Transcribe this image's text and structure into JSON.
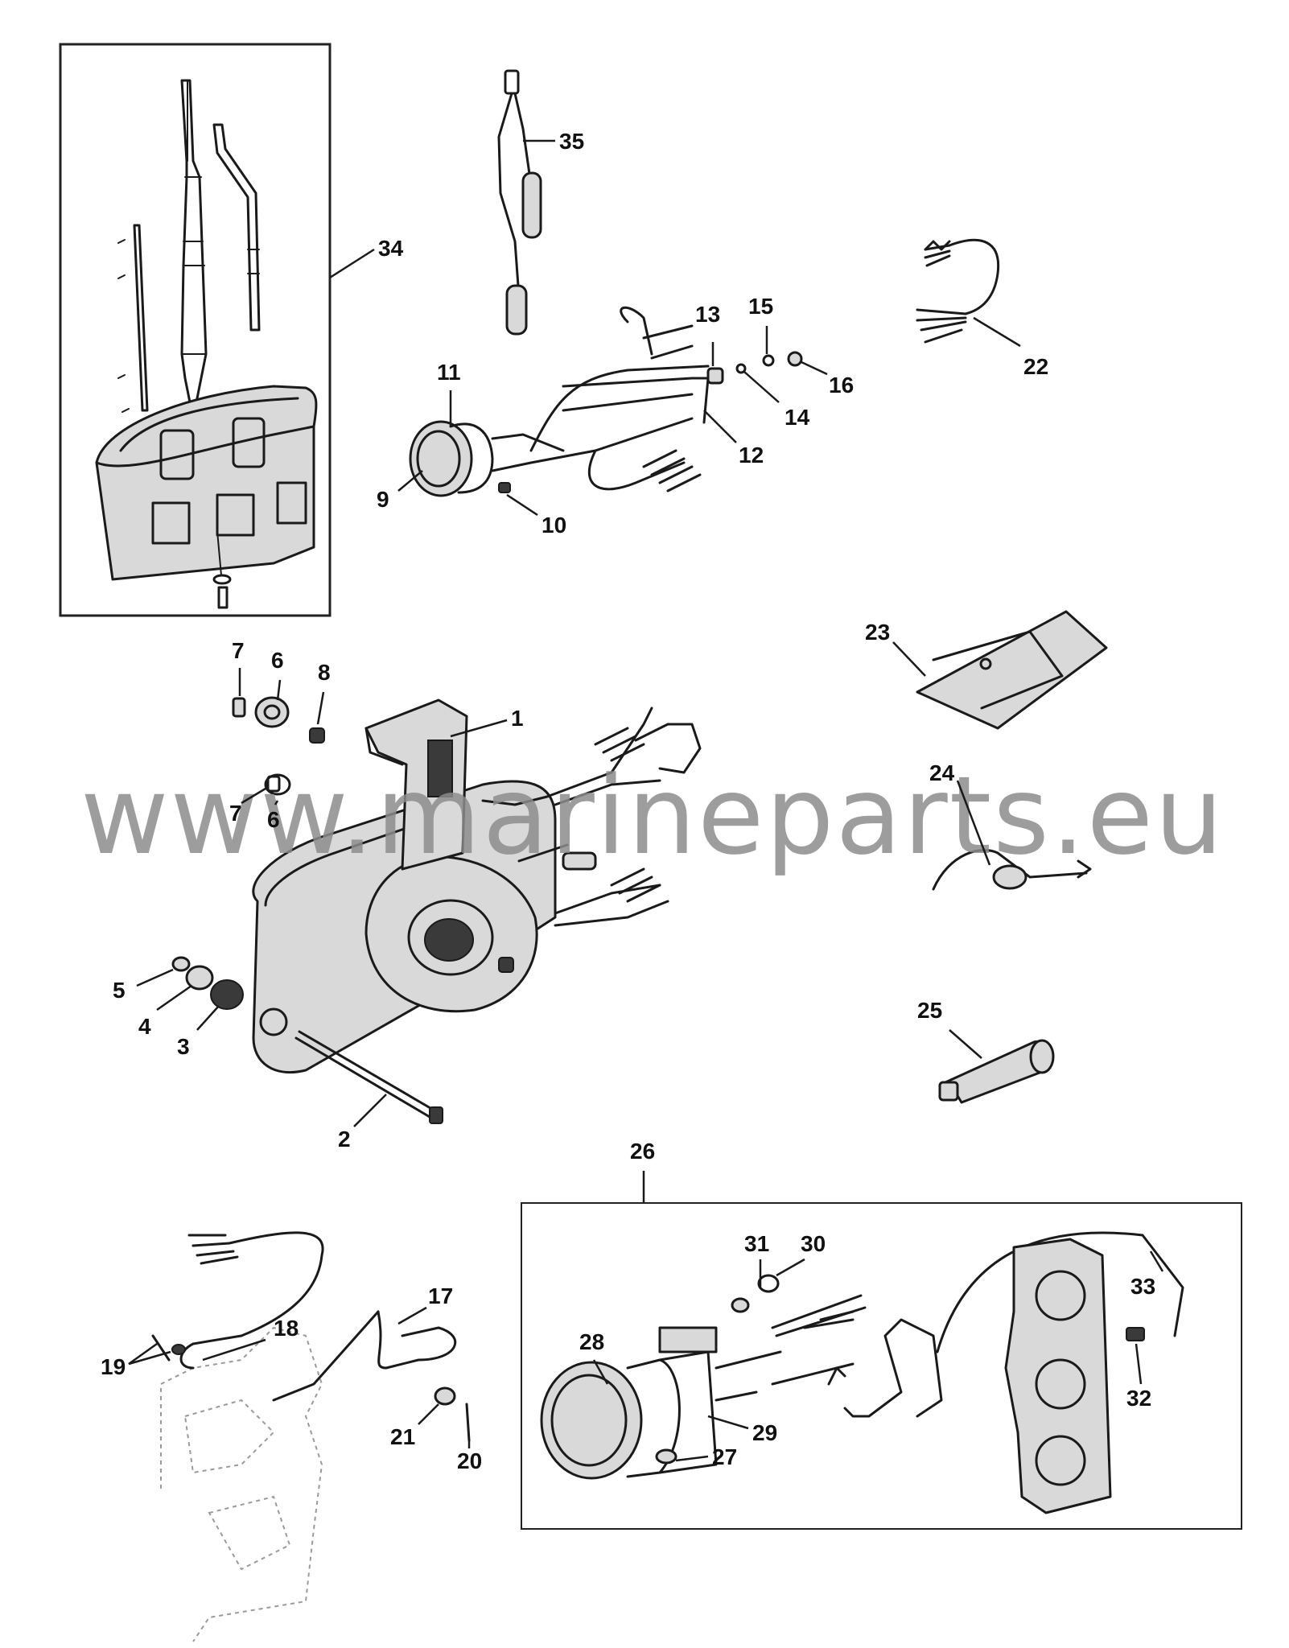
{
  "watermark": "www.marineparts.eu",
  "callouts": {
    "c1": "1",
    "c2": "2",
    "c3": "3",
    "c4": "4",
    "c5": "5",
    "c6a": "6",
    "c6b": "6",
    "c7a": "7",
    "c7b": "7",
    "c8": "8",
    "c9": "9",
    "c10": "10",
    "c11": "11",
    "c12": "12",
    "c13": "13",
    "c14": "14",
    "c15": "15",
    "c16": "16",
    "c17": "17",
    "c18": "18",
    "c19": "19",
    "c20": "20",
    "c21": "21",
    "c22": "22",
    "c23": "23",
    "c24": "24",
    "c25": "25",
    "c26": "26",
    "c27": "27",
    "c28": "28",
    "c29": "29",
    "c30": "30",
    "c31": "31",
    "c32": "32",
    "c33": "33",
    "c34": "34",
    "c35": "35"
  }
}
